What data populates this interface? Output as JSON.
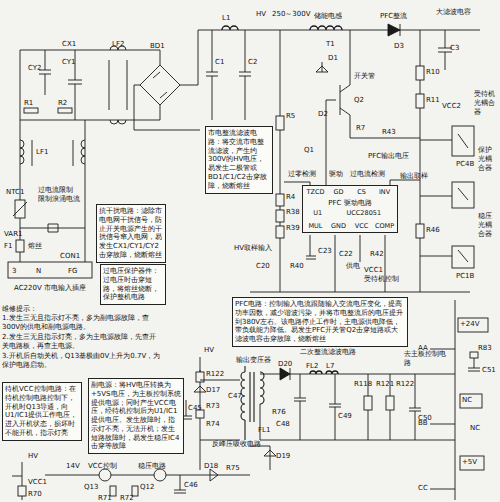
{
  "diagram": {
    "nodes": [
      {
        "text": [
          "抗干扰电路：滤除市电电网干扰信号，防止开关电源产生的干扰信号窜入电网，易发生CX1/CY1/CY2击穿故障，烧断熔丝"
        ]
      },
      {
        "text": [
          "市电整流滤波电路：将交流市电整流滤波，产生约300V的HV电压，易发生二极管或BD1/C1/C2击穿故障，烧断熔丝"
        ]
      },
      {
        "text": [
          "TZCD",
          "GD",
          "CS",
          "INV",
          "PFC 驱动电路",
          "U1",
          "UCC28051",
          "MUL",
          "GND",
          "VCC",
          "COMP"
        ]
      },
      {
        "text": [
          "过电压保护器件：过电压时击穿短路，将熔丝烧断，保护整机电路"
        ]
      },
      {
        "text": [
          "PFC电路：控制输入电流跟随输入交流电压变化，提高功率因数，减少谐波污染，并将市电整流后的电压提升到380V左右。该电路停止工作时，主电源供电降低，带负载能力降低。易发生PFC开关管Q2击穿短路或大滤波电容击穿故障，烧断熔丝"
        ]
      },
      {
        "text": [
          "副电源：将HV电压转换为+5VS电压，为主板控制系统提供电源；同时产生VCC电压，经待机控制后为U1/IC1提供电压。发生故障时，指示灯不亮，无法开机；发生短路故障时，易发生稳压IC4击穿等故障"
        ]
      },
      {
        "text": [
          "待机VCC控制电路：在待机控制电路控制下，开机时Q13导通，向U1/IC1提供工作电压，进入开机状态，损坏时不能开机，指示灯亮"
        ]
      }
    ],
    "labels": [
      "CX1",
      "CY1",
      "CY2",
      "R1",
      "R2",
      "LF2",
      "LF1",
      "BD1",
      "L1",
      "C1",
      "C2",
      "NTC1",
      "过电流限制",
      "限制浪涌电流",
      "VAR1",
      "F1",
      "熔丝",
      "CON1",
      "3",
      "N",
      "FG",
      "AC220V 市电输入插座",
      "HV",
      "250～300V",
      "储能电感",
      "T1",
      "PFC整流",
      "D3",
      "大滤波电容",
      "C3",
      "R10",
      "R11",
      "R46",
      "R43",
      "VCC2",
      "受待机光耦合器",
      "PC4B",
      "保护光耦合器",
      "稳压光耦合器",
      "PC1B",
      "D1",
      "开关管",
      "Q2",
      "D2",
      "R7",
      "Q1",
      "PFC输出电压",
      "R5",
      "过零检测",
      "驱动",
      "过电流检测",
      "输出取样",
      "R4",
      "R38",
      "R39",
      "HV取样输入",
      "C23",
      "C22",
      "C20",
      "R40",
      "供电",
      "R42",
      "VCC1",
      "受待机控制",
      "维修提示：",
      "1.发生三无且指示灯不亮，多为副电源故障，查300V的供电和副电源电路。",
      "2.发生三无且指示灯亮，多为主电源故障，先查开关电路板，再查主电源。",
      "3.开机后自动关机，Q13基极由0V上升为0.7V，为保护电路启动。",
      "HV",
      "R122",
      "D17",
      "C45",
      "R73",
      "R74",
      "C47",
      "输出变压器",
      "D20",
      "FL2",
      "L7",
      "二次整流滤波电路",
      "R76",
      "C48",
      "C49",
      "R118",
      "R121",
      "R122",
      "C50",
      "去主板控制电路",
      "FL1",
      "反峰压吸收电路",
      "D19",
      "+24V",
      "AA",
      "R83",
      "C51",
      "NC",
      "BB",
      "NC",
      "+5V",
      "CC",
      "HV",
      "VCC1",
      "14V",
      "VCC控制",
      "稳压电路",
      "Q13",
      "Q12",
      "R70",
      "R71",
      "R72",
      "C46",
      "D18",
      "R75"
    ]
  }
}
